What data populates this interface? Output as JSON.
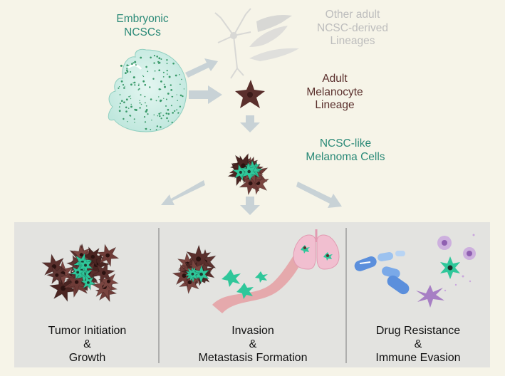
{
  "labels": {
    "embryonic": [
      "Embryonic",
      "NCSCs"
    ],
    "other_adult": [
      "Other adult",
      "NCSC-derived",
      "Lineages"
    ],
    "adult_melanocyte": [
      "Adult",
      "Melanocyte",
      "Lineage"
    ],
    "ncsc_like": [
      "NCSC-like",
      "Melanoma Cells"
    ]
  },
  "panels": [
    {
      "line1": "Tumor Initiation",
      "line2": "&",
      "line3": "Growth"
    },
    {
      "line1": "Invasion",
      "line2": "&",
      "line3": "Metastasis Formation"
    },
    {
      "line1": "Drug Resistance",
      "line2": "&",
      "line3": "Immune Evasion"
    }
  ],
  "colors": {
    "background": "#f6f4e8",
    "panel": "#e3e3e0",
    "arrow": "#c8d2d6",
    "melanoma": "#5a2f2c",
    "ncsc_green": "#2fc79a",
    "embryo": "#cfeee6",
    "lung": "#f1bfd0",
    "vessel": "#e4a2a6",
    "drug_blue": "#5b8fdc",
    "immune_purple": "#a77fc4"
  }
}
